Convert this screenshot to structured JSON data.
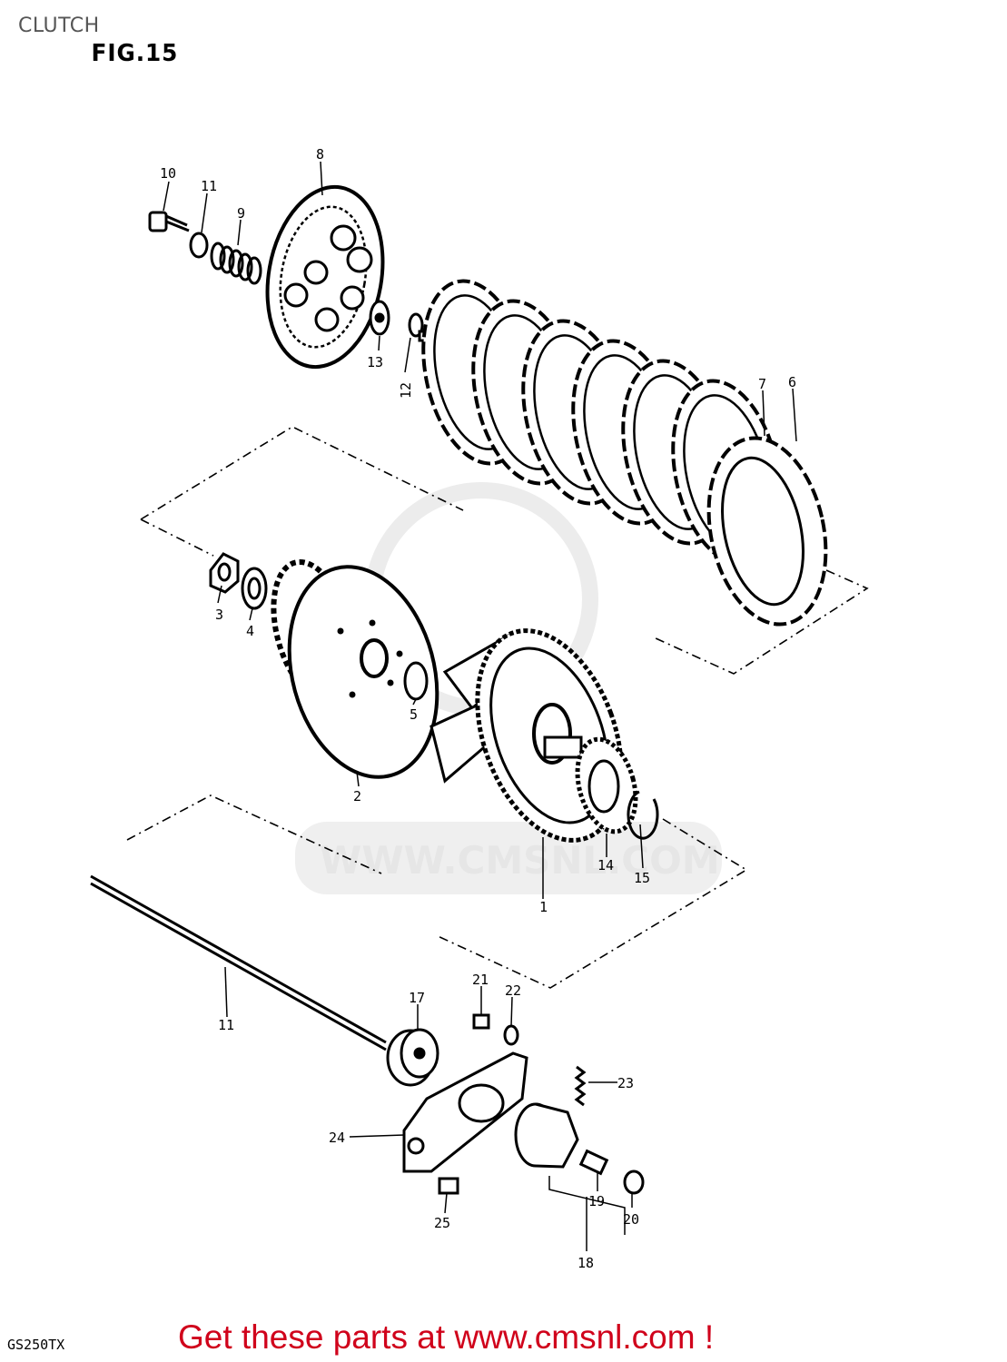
{
  "header": {
    "section_title": "CLUTCH",
    "figure_label": "FIG.15"
  },
  "diagram": {
    "watermark_text": "WWW.CMSNL.COM",
    "callouts": [
      "1",
      "2",
      "3",
      "4",
      "5",
      "6",
      "7",
      "8",
      "9",
      "10",
      "11",
      "11",
      "12",
      "13",
      "14",
      "15",
      "17",
      "18",
      "19",
      "20",
      "21",
      "22",
      "23",
      "24",
      "25"
    ]
  },
  "footer": {
    "model_code": "GS250TX",
    "cta_text": "Get these parts at www.cmsnl.com !"
  },
  "colors": {
    "cta": "#d0021b",
    "watermark": "#e6e6e6"
  }
}
